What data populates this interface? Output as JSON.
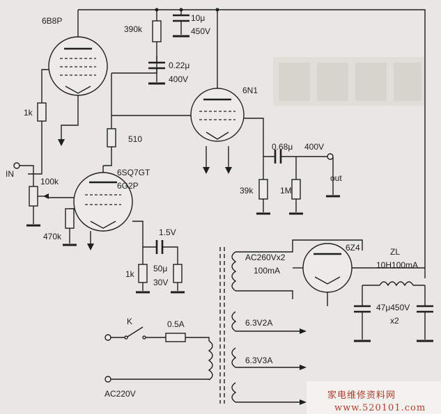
{
  "labels": {
    "v1_a": "6B8P",
    "r390k": "390k",
    "c10u_a": "10μ",
    "c10u_b": "450V",
    "c022_a": "0.22μ",
    "c022_b": "400V",
    "v2": "6N1",
    "r1k_top": "1k",
    "r510": "510",
    "in": "IN",
    "r100k": "100k",
    "v3_a": "6SQ7GT",
    "v3_b": "6G2P",
    "c068": "0.68μ",
    "c068_v": "400V",
    "r39k": "39k",
    "r1m": "1M",
    "out": "out",
    "r470k": "470k",
    "c15v": "1.5V",
    "r1k_bot": "1k",
    "c50u_a": "50μ",
    "c50u_b": "30V",
    "ac260_a": "AC260Vx2",
    "ac260_b": "100mA",
    "v4": "6Z4",
    "zl_a": "ZL",
    "zl_b": "10H100mA",
    "c47_a": "47μ450V",
    "c47_b": "x2",
    "sw": "K",
    "fuse": "0.5A",
    "h1": "6.3V2A",
    "h2": "6.3V3A",
    "mains": "AC220V",
    "watermark": "家电维修资料网",
    "site": "www.520101.com"
  }
}
